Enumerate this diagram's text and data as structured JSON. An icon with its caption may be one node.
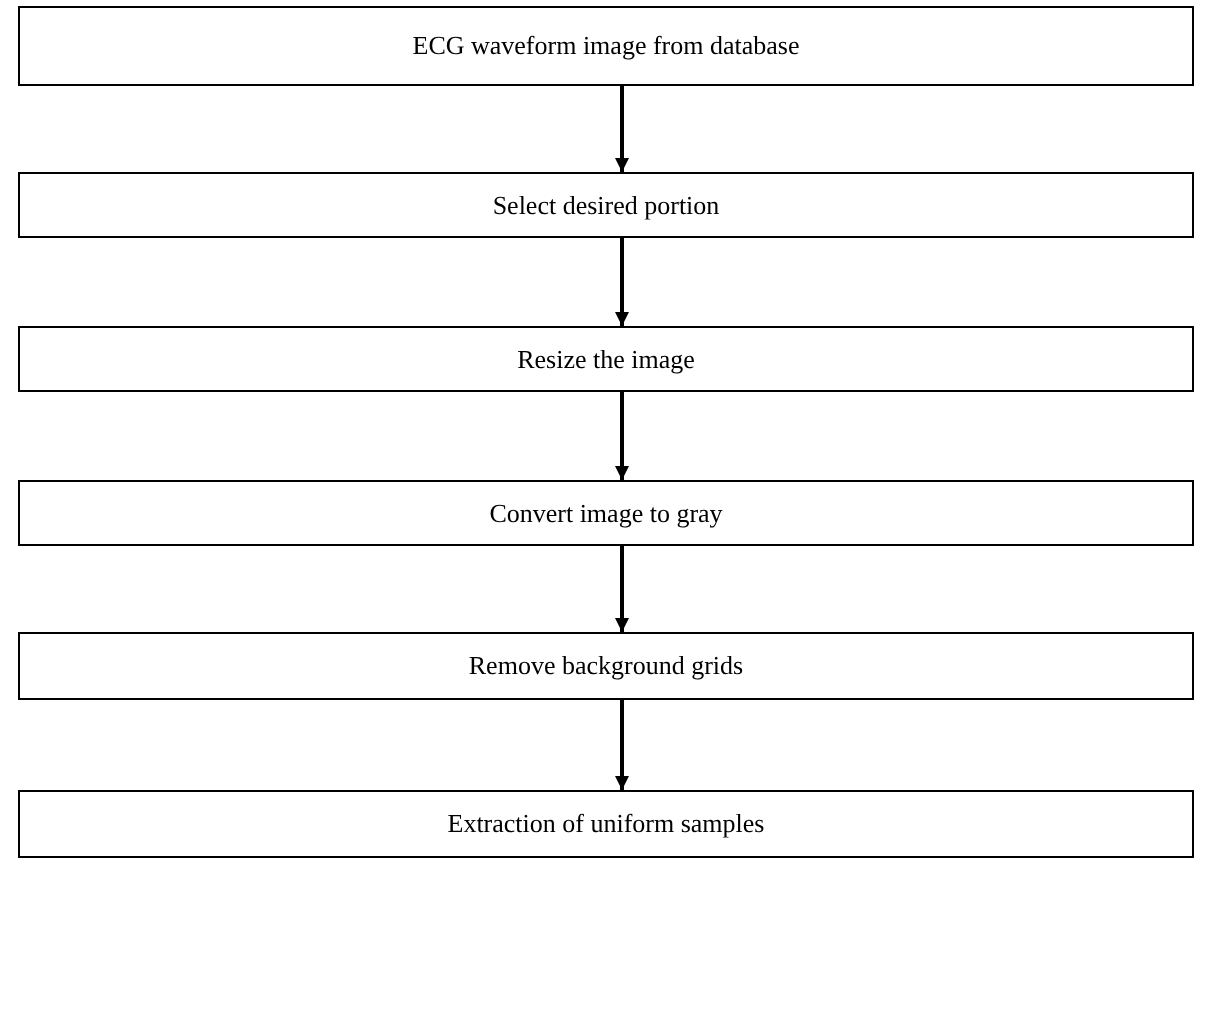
{
  "diagram": {
    "nodes": [
      {
        "text": [
          "ECG waveform image from database"
        ]
      },
      {
        "text": [
          "Select desired portion"
        ]
      },
      {
        "text": [
          "Resize the image"
        ]
      },
      {
        "text": [
          "Convert image to gray"
        ]
      },
      {
        "text": [
          "Remove background grids"
        ]
      },
      {
        "text": [
          "Extraction of uniform samples"
        ]
      }
    ],
    "edges": [
      {
        "from": 0,
        "to": 1,
        "arrow": "to"
      },
      {
        "from": 1,
        "to": 2,
        "arrow": "to"
      },
      {
        "from": 2,
        "to": 3,
        "arrow": "to"
      },
      {
        "from": 3,
        "to": 4,
        "arrow": "to"
      },
      {
        "from": 4,
        "to": 5,
        "arrow": "to"
      }
    ]
  }
}
